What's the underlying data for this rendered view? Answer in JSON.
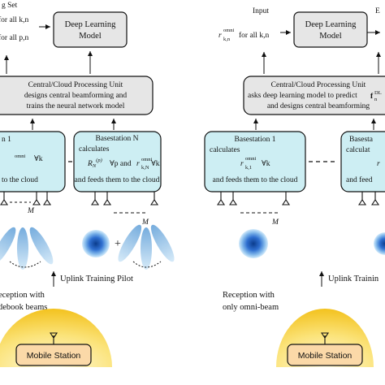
{
  "left": {
    "top_caption": "g Set",
    "input_line1": "for all k,n",
    "input_line2": "for all p,n",
    "dl_box": [
      "Deep Learning",
      "Model"
    ],
    "cpu_box": [
      "Central/Cloud Processing Unit",
      "designs central beamforming  and",
      "trains the neural network model"
    ],
    "bs1": {
      "title": "n 1",
      "l2": "omni",
      "l2b": "∀k",
      "l3": "to the cloud"
    },
    "bsN": {
      "title": "Basestation N",
      "l1": "calculates",
      "l2": "∀p  and",
      "l3": "and feeds them to the cloud"
    },
    "M1": "M",
    "M2": "M",
    "plus": "+",
    "reception": [
      "eception with",
      "debook beams"
    ],
    "uplink": "Uplink Training Pilot",
    "mobile": "Mobile Station"
  },
  "right": {
    "input_label": "Input",
    "top_e": "E",
    "input_line": "for all k,n",
    "dl_box": [
      "Deep Learning",
      "Model"
    ],
    "cpu_box": [
      "Central/Cloud Processing Unit",
      "asks deep learning model to predict",
      "and designs central beamforming"
    ],
    "bs1": {
      "title": "Basestation 1",
      "l1": "calculates",
      "l3": "and feeds them to the cloud"
    },
    "bs2": {
      "title": "Basesta",
      "l1": "calculat",
      "l3": "and feed"
    },
    "M": "M",
    "reception": [
      "Reception with",
      "only omni-beam"
    ],
    "uplink": "Uplink Trainin",
    "mobile": "Mobile Station"
  },
  "colors": {
    "box_fill": "#e6e6e6",
    "bs_fill": "#cdeef3",
    "beam": "#8fc3e6",
    "mobile_fill": "#fbd9a8",
    "glow": "#f6cf2d"
  }
}
